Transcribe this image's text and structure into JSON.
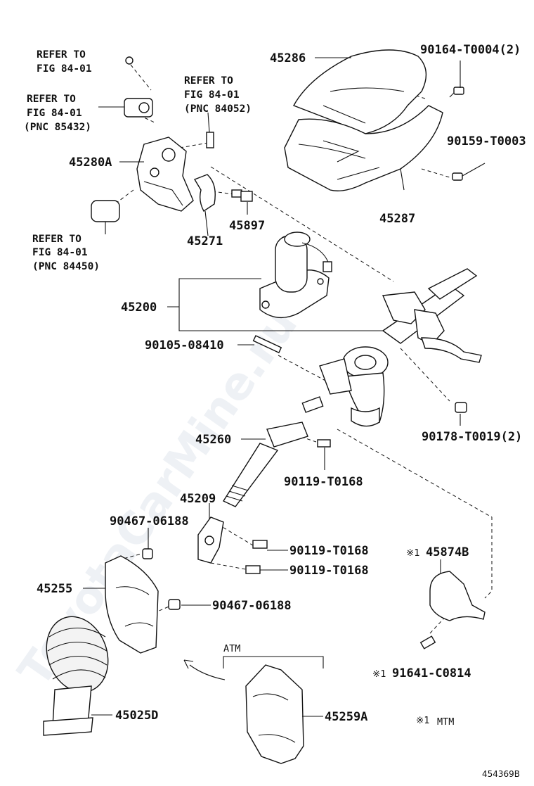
{
  "diagram": {
    "figure_id": "454369B",
    "watermark": "ToyotaCarMine.ru",
    "refs": [
      {
        "line1": "REFER TO",
        "line2": "FIG 84-01",
        "line3": ""
      },
      {
        "line1": "REFER TO",
        "line2": "FIG 84-01",
        "line3": "(PNC 85432)"
      },
      {
        "line1": "REFER TO",
        "line2": "FIG 84-01",
        "line3": "(PNC 84052)"
      },
      {
        "line1": "REFER TO",
        "line2": "FIG 84-01",
        "line3": "(PNC 84450)"
      }
    ],
    "parts": {
      "p45286": "45286",
      "p45287": "45287",
      "p90164": "90164-T0004(2)",
      "p90159": "90159-T0003",
      "p45280A": "45280A",
      "p45271": "45271",
      "p45897": "45897",
      "p45200": "45200",
      "p90105": "90105-08410",
      "p90178": "90178-T0019(2)",
      "p45260": "45260",
      "p90119a": "90119-T0168",
      "p45209": "45209",
      "p90467a": "90467-06188",
      "p90119b": "90119-T0168",
      "p90119c": "90119-T0168",
      "p45874B": "45874B",
      "p45255": "45255",
      "p90467b": "90467-06188",
      "p91641": "91641-C0814",
      "p45025D": "45025D",
      "p45259A": "45259A"
    },
    "atm_label": "ATM",
    "note_mark": "※1",
    "note_text": "MTM"
  }
}
